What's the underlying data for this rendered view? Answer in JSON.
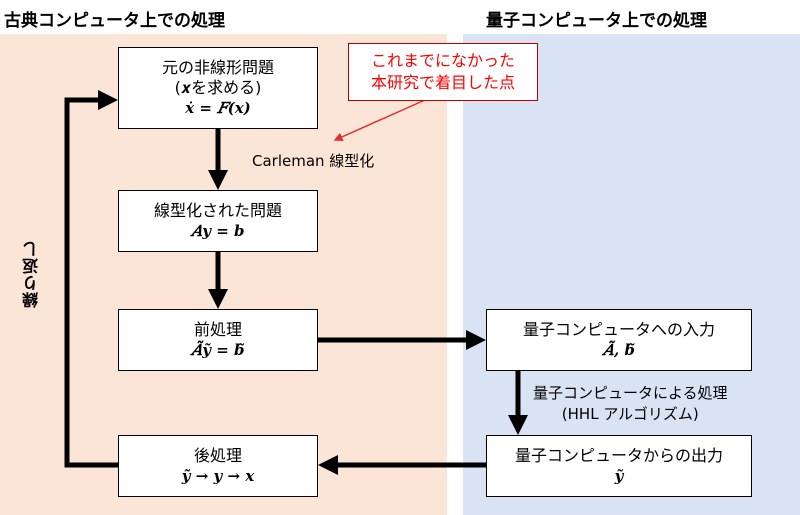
{
  "headings": {
    "classical": "古典コンピュータ上での処理",
    "quantum": "量子コンピュータ上での処理"
  },
  "boxes": {
    "original_problem": {
      "line1": "元の非線形問題",
      "line2": "(𝒙を求める)",
      "equation": "𝒙̇ = 𝐹(𝒙)"
    },
    "linearized_problem": {
      "line1": "線型化された問題",
      "equation": "𝐴𝒚 = 𝒃"
    },
    "preprocess": {
      "line1": "前処理",
      "equation": "𝐴̃𝒚̃ = 𝒃̃"
    },
    "postprocess": {
      "line1": "後処理",
      "equation": "𝒚̃ → 𝒚 → 𝒙"
    },
    "quantum_input": {
      "line1": "量子コンピュータへの入力",
      "equation": "𝐴̃, 𝒃̃"
    },
    "quantum_output": {
      "line1": "量子コンピュータからの出力",
      "equation": "𝒚̃"
    }
  },
  "labels": {
    "carleman": "Carleman 線型化",
    "quantum_processing_line1": "量子コンピュータによる処理",
    "quantum_processing_line2": "(HHL アルゴリズム)",
    "repeat": "繰り返し"
  },
  "callout": {
    "line1": "これまでになかった",
    "line2": "本研究で着目した点"
  },
  "colors": {
    "classical_bg": "#fbe5d6",
    "quantum_bg": "#dae3f3",
    "callout_text": "#ff0000",
    "callout_arrow": "#e03030"
  }
}
